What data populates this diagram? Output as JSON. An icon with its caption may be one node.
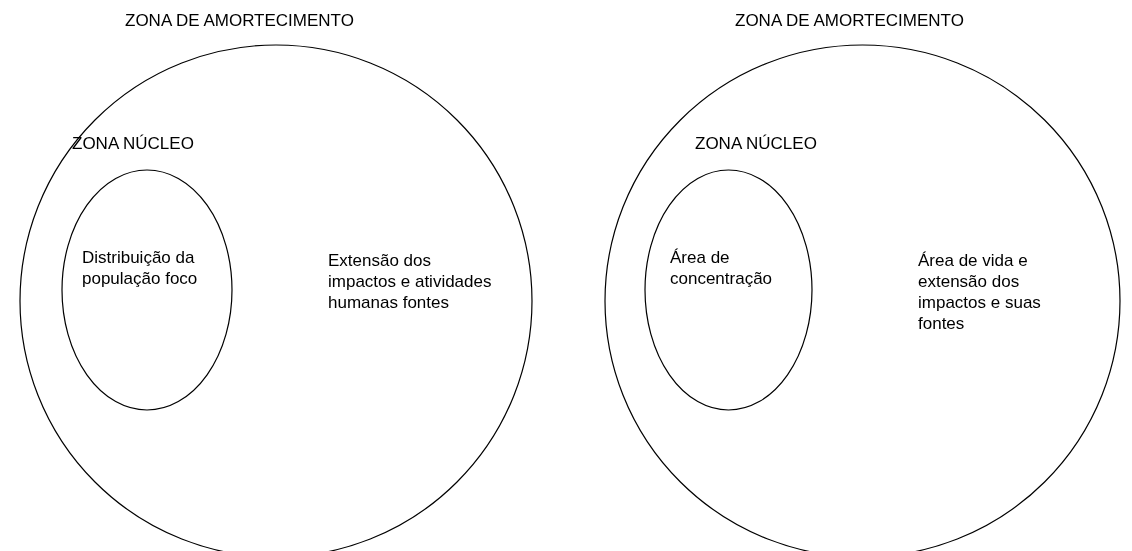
{
  "diagram": {
    "nodes": [
      {
        "text": [
          "ZONA DE AMORTECIMENTO",
          "Extensão dos impactos e atividades humanas fontes"
        ]
      },
      {
        "text": [
          "ZONA NÚCLEO",
          "Distribuição da população foco"
        ],
        "in": 0
      },
      {
        "text": [
          "ZONA DE AMORTECIMENTO",
          "Área de vida e extensão dos impactos e suas fontes"
        ]
      },
      {
        "text": [
          "ZONA NÚCLEO",
          "Área de concentração"
        ],
        "in": 2
      }
    ],
    "edges": []
  }
}
